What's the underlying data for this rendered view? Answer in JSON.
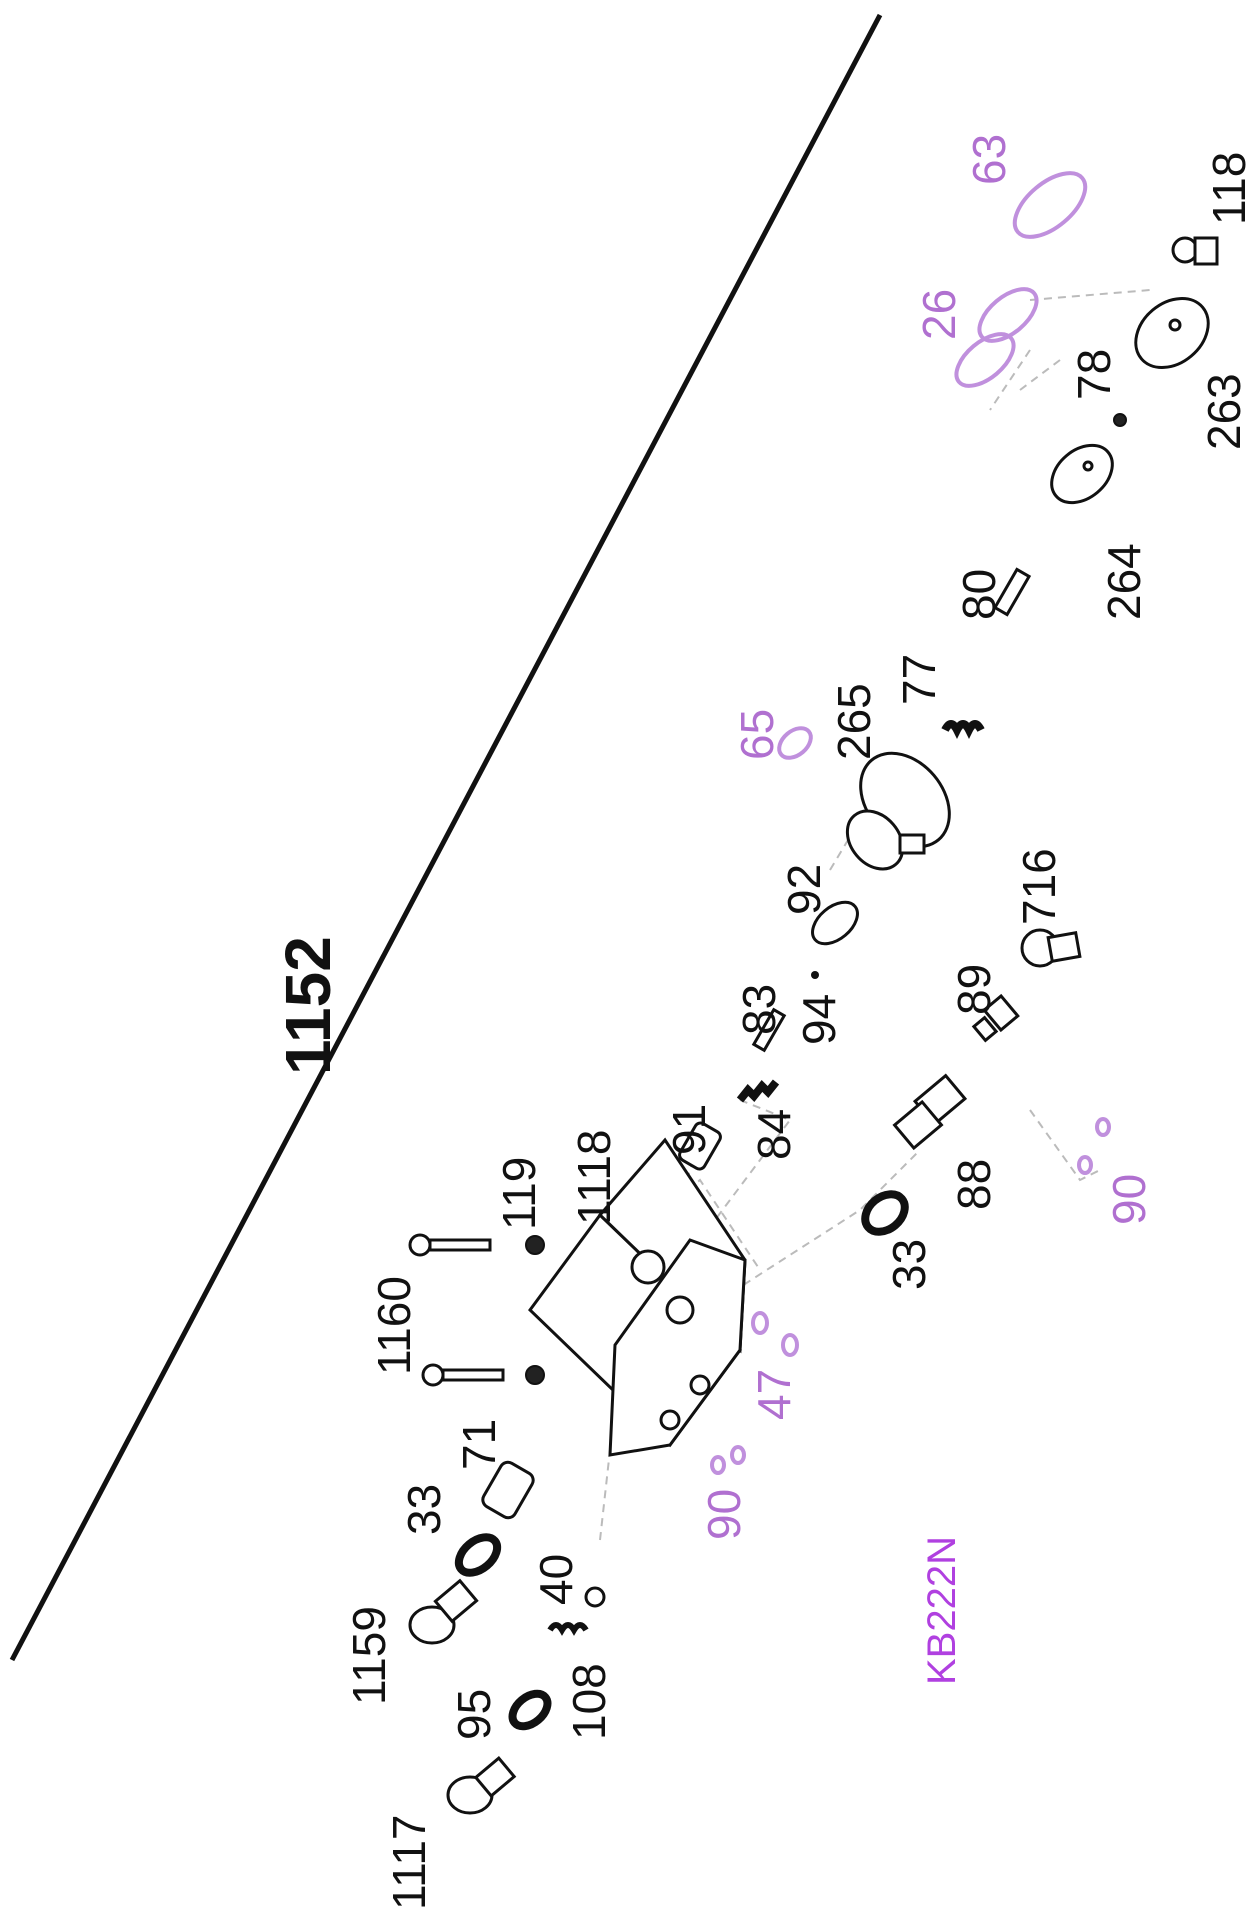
{
  "assembly_number": "1152",
  "kit_code": "KB222N",
  "colors": {
    "part_label": "#111111",
    "seal_label": "#b070d0",
    "kit_label": "#b040e0"
  },
  "labels": {
    "p1117": "1117",
    "p95": "95",
    "p1159": "1159",
    "p108": "108",
    "p40": "40",
    "p33a": "33",
    "p71": "71",
    "p90a": "90",
    "p1160": "1160",
    "p119": "119",
    "p1118": "1118",
    "p47": "47",
    "p33b": "33",
    "p91": "91",
    "p84": "84",
    "p83": "83",
    "p94": "94",
    "p92": "92",
    "p88": "88",
    "p89": "89",
    "p90b": "90",
    "p716": "716",
    "p65": "65",
    "p265": "265",
    "p77": "77",
    "p80": "80",
    "p264": "264",
    "p26": "26",
    "p78": "78",
    "p63": "63",
    "p263": "263",
    "p118": "118"
  }
}
